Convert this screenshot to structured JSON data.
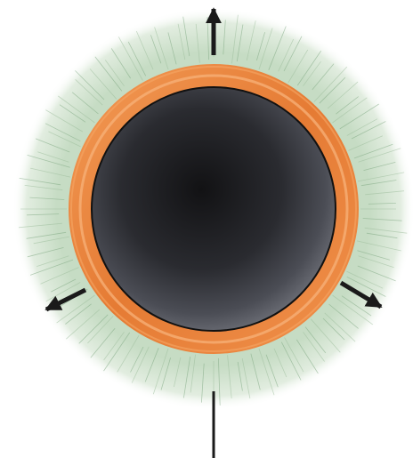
{
  "diagram": {
    "layers": [
      {
        "name": "outer-halo",
        "color": "#c9ddc6"
      },
      {
        "name": "orange-ring",
        "color": "#e8813d"
      },
      {
        "name": "dark-core",
        "color": "#1c1c1e"
      }
    ],
    "arrow_color": "#1a1a1a",
    "icons": [
      "arrow-up-icon",
      "arrow-lower-left-icon",
      "arrow-lower-right-icon"
    ]
  }
}
